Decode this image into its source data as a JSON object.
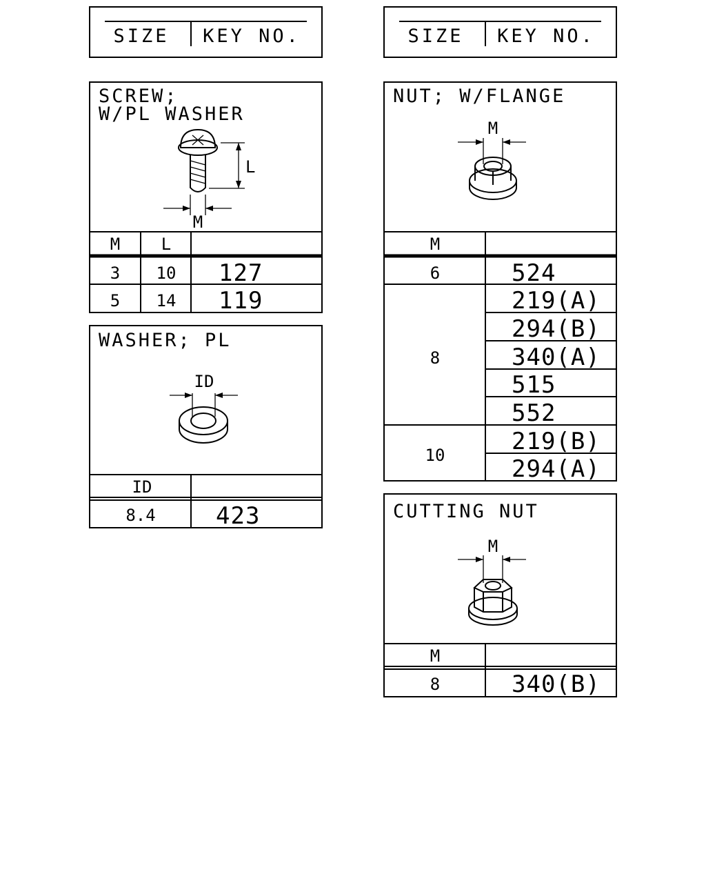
{
  "header": {
    "size": "SIZE",
    "key_no": "KEY NO."
  },
  "screw": {
    "title_line1": "SCREW;",
    "title_line2": "W/PL WASHER",
    "dim_l": "L",
    "dim_m": "M",
    "col_m": "M",
    "col_l": "L",
    "rows": [
      {
        "m": "3",
        "l": "10",
        "key": "127"
      },
      {
        "m": "5",
        "l": "14",
        "key": "119"
      }
    ]
  },
  "washer": {
    "title": "WASHER; PL",
    "dim_id": "ID",
    "col_id": "ID",
    "rows": [
      {
        "id": "8.4",
        "key": "423"
      }
    ]
  },
  "nut_flange": {
    "title": "NUT; W/FLANGE",
    "dim_m": "M",
    "col_m": "M",
    "groups": [
      {
        "m": "6",
        "keys": [
          "524"
        ]
      },
      {
        "m": "8",
        "keys": [
          "219(A)",
          "294(B)",
          "340(A)",
          "515",
          "552"
        ]
      },
      {
        "m": "10",
        "keys": [
          "219(B)",
          "294(A)"
        ]
      }
    ]
  },
  "cutting_nut": {
    "title": "CUTTING NUT",
    "dim_m": "M",
    "col_m": "M",
    "rows": [
      {
        "m": "8",
        "key": "340(B)"
      }
    ]
  }
}
